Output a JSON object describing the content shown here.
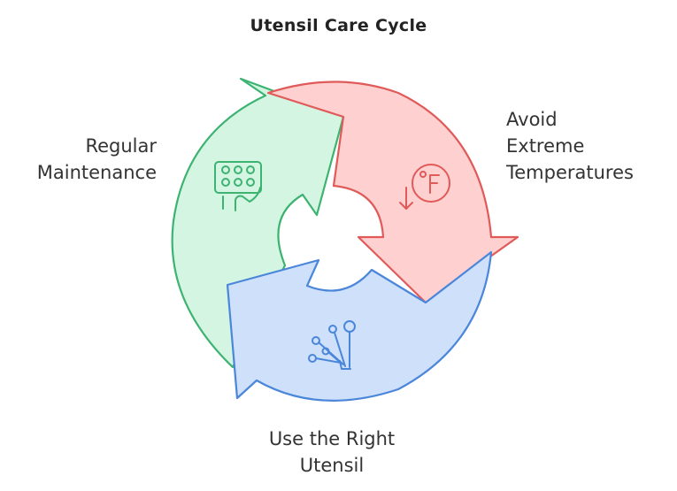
{
  "title": "Utensil Care Cycle",
  "steps": [
    {
      "id": "maintenance",
      "lines": [
        "Regular",
        "Maintenance"
      ],
      "icon": "cleaning-brush-icon",
      "color": "#3cb371",
      "fill": "#d5f5e3"
    },
    {
      "id": "temperature",
      "lines": [
        "Avoid",
        "Extreme",
        "Temperatures"
      ],
      "icon": "temperature-down-icon",
      "color": "#e05a5a",
      "fill": "#ffd0d0"
    },
    {
      "id": "utensil",
      "lines": [
        "Use the Right",
        "Utensil"
      ],
      "icon": "utensil-set-icon",
      "color": "#4a86d9",
      "fill": "#cfe0fb"
    }
  ]
}
